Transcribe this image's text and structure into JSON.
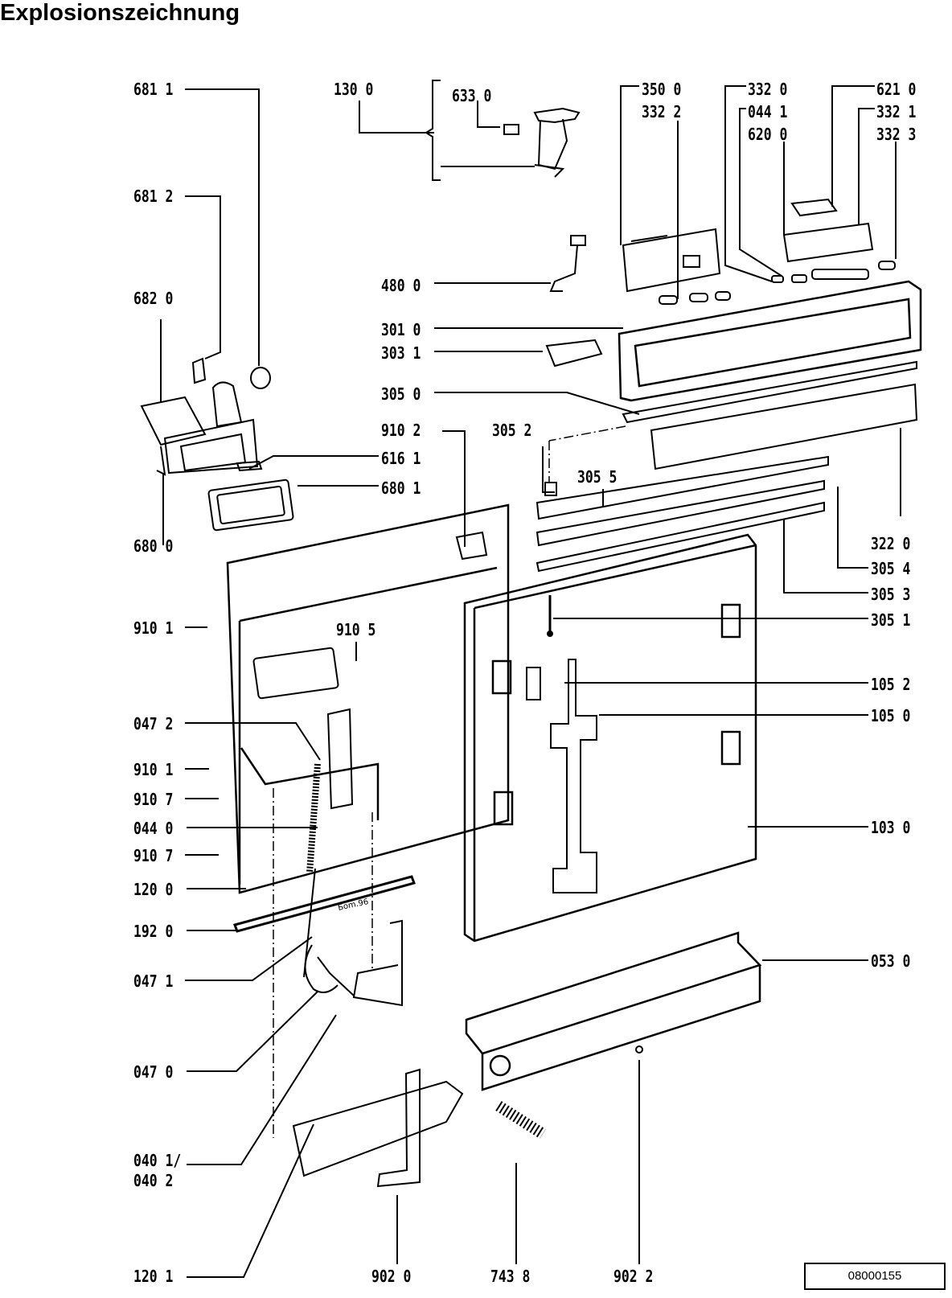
{
  "page": {
    "title": "Explosionszeichnung",
    "document_number": "08000155",
    "part_stamp": "Бom.96"
  },
  "labels": {
    "l6811": "681 1",
    "l6812": "681 2",
    "l6820": "682 0",
    "l6800": "680 0",
    "l1300": "130 0",
    "l6330": "633 0",
    "l3500": "350 0",
    "l3322": "332 2",
    "l3320": "332 0",
    "l0441": "044 1",
    "l6200": "620 0",
    "l6210": "621 0",
    "l3321": "332 1",
    "l3323": "332 3",
    "l4800": "480 0",
    "l3010": "301 0",
    "l3031": "303 1",
    "l3050": "305 0",
    "l9102": "910 2",
    "l3052": "305 2",
    "l6161": "616 1",
    "l6801": "680 1",
    "l3055": "305 5",
    "l3220": "322 0",
    "l3054": "305 4",
    "l3053": "305 3",
    "l3051": "305 1",
    "l9101a": "910 1",
    "l9105": "910 5",
    "l1052": "105 2",
    "l1050": "105 0",
    "l0472": "047 2",
    "l9101b": "910 1",
    "l9107a": "910 7",
    "l0440": "044 0",
    "l9107b": "910 7",
    "l1030": "103 0",
    "l1200": "120 0",
    "l1920": "192 0",
    "l0471": "047 1",
    "l0530": "053 0",
    "l0470": "047 0",
    "l0401": "040 1/",
    "l0402": "040 2",
    "l1201": "120 1",
    "l9020": "902 0",
    "l7438": "743 8",
    "l9022": "902 2"
  }
}
